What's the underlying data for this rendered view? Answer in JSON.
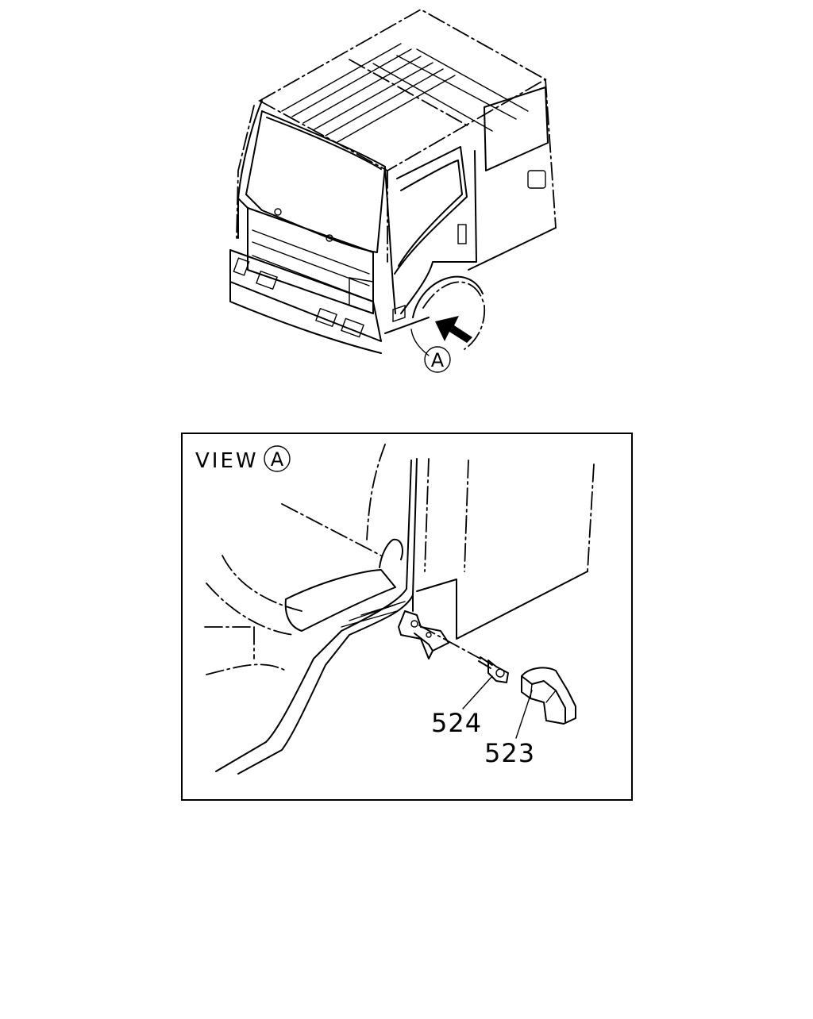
{
  "overview": {
    "callout": "A"
  },
  "detail_view": {
    "title": "VIEW",
    "callout": "A"
  },
  "parts": [
    {
      "number": "524"
    },
    {
      "number": "523"
    }
  ]
}
